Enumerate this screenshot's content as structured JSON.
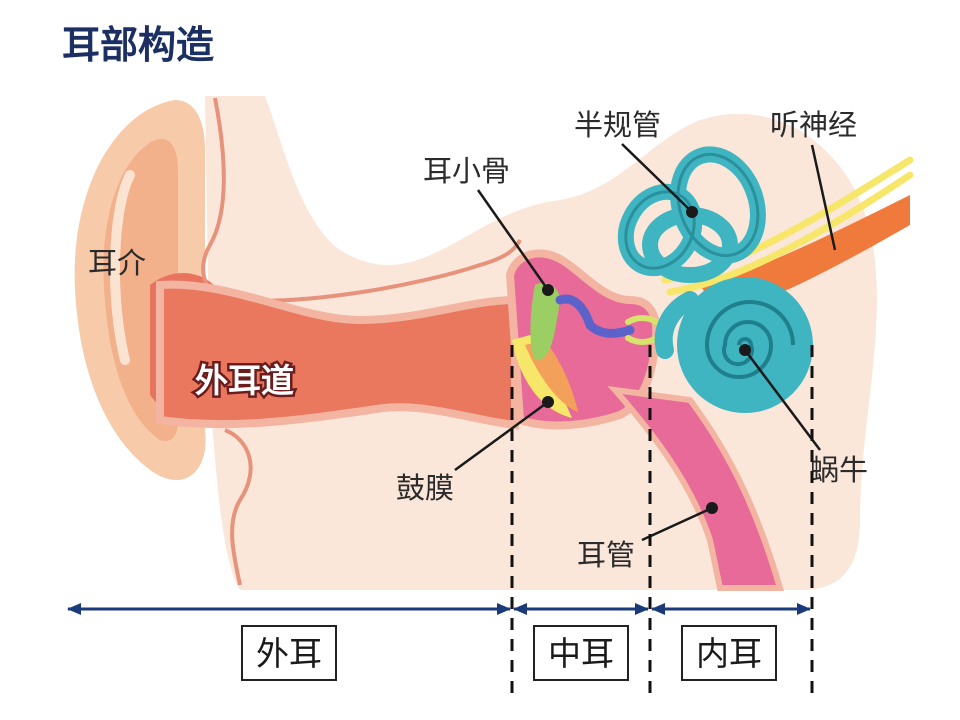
{
  "title": "耳部构造",
  "labels": {
    "pinna": "耳介",
    "ear_canal": "外耳道",
    "ossicles": "耳小骨",
    "semicircular_canals": "半规管",
    "auditory_nerve": "听神经",
    "eardrum": "鼓膜",
    "cochlea": "蜗牛",
    "eustachian_tube": "耳管"
  },
  "sections": {
    "outer": "外耳",
    "middle": "中耳",
    "inner": "内耳"
  },
  "colors": {
    "title": "#1b2f63",
    "arrow": "#1b3a7a",
    "skin_light": "#fbe3d2",
    "skin_mid": "#f4b59a",
    "canal": "#e9785f",
    "middle_ear": "#e76a99",
    "cochlea": "#3fb5c2",
    "nerve": "#f6e76a"
  }
}
